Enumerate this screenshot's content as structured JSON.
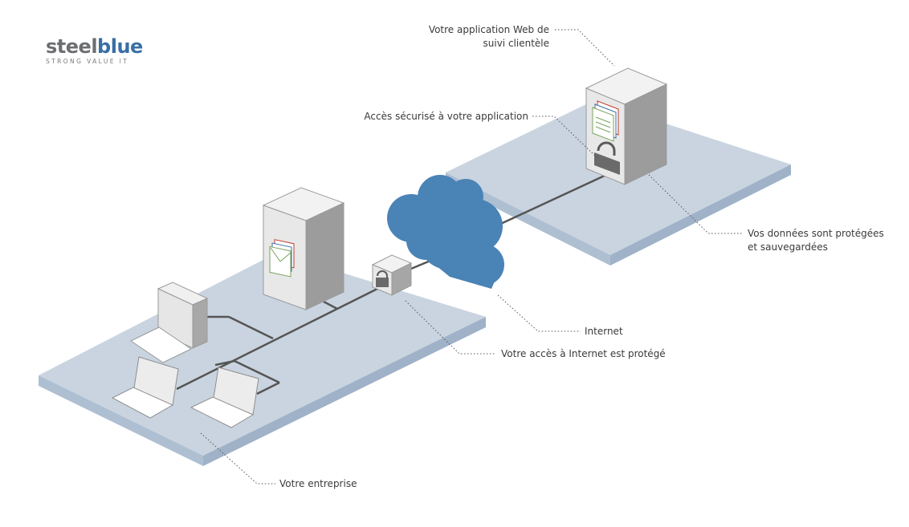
{
  "logo": {
    "word_part1": "steel",
    "word_part2": "blue",
    "tagline": "STRONG VALUE IT"
  },
  "labels": {
    "web_app": [
      "Votre application Web de",
      "suivi clientèle"
    ],
    "secure_access": "Accès sécurisé à votre application",
    "data_protected": [
      "Vos données sont protégées",
      "et sauvegardées"
    ],
    "internet": "Internet",
    "internet_access": "Votre accès à Internet est protégé",
    "company": "Votre entreprise"
  },
  "colors": {
    "platform_top": "#c9d4e0",
    "platform_edge": "#9fb2c8",
    "cloud": "#4a83b5",
    "server_front": "#e8e8e8",
    "server_side": "#9c9c9c",
    "cable": "#555555"
  },
  "icons": [
    "mail-icon",
    "documents-icon",
    "padlock-icon",
    "cloud-icon",
    "server-icon",
    "laptop-icon",
    "desktop-monitor-icon"
  ]
}
